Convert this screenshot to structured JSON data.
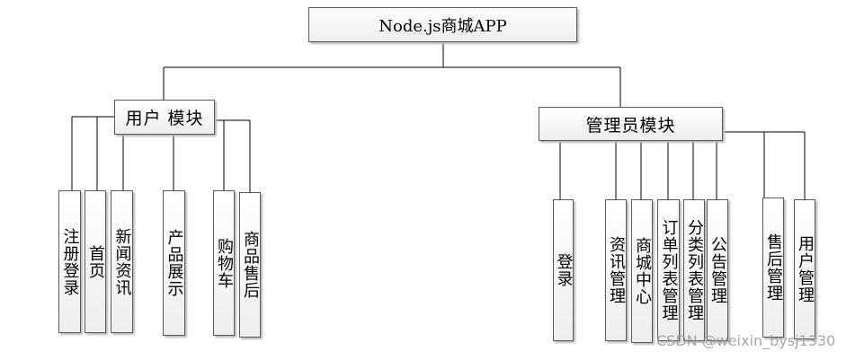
{
  "root": {
    "label": "Node.js商城APP"
  },
  "user_module": {
    "label": "用户 模块",
    "children": [
      "注册登录",
      "首页",
      "新闻资讯",
      "产品展示",
      "购物车",
      "商品售后"
    ]
  },
  "admin_module": {
    "label": "管理员模块",
    "children": [
      "登录",
      "资讯管理",
      "商城中心",
      "订单列表管理",
      "分类列表管理",
      "公告管理",
      "售后管理",
      "用户管理"
    ]
  },
  "watermark": "CSDN @weixin_bysj1330",
  "colors": {
    "line": "#000000",
    "border": "#5a5a5a",
    "watermark": "#9a9a9a"
  }
}
